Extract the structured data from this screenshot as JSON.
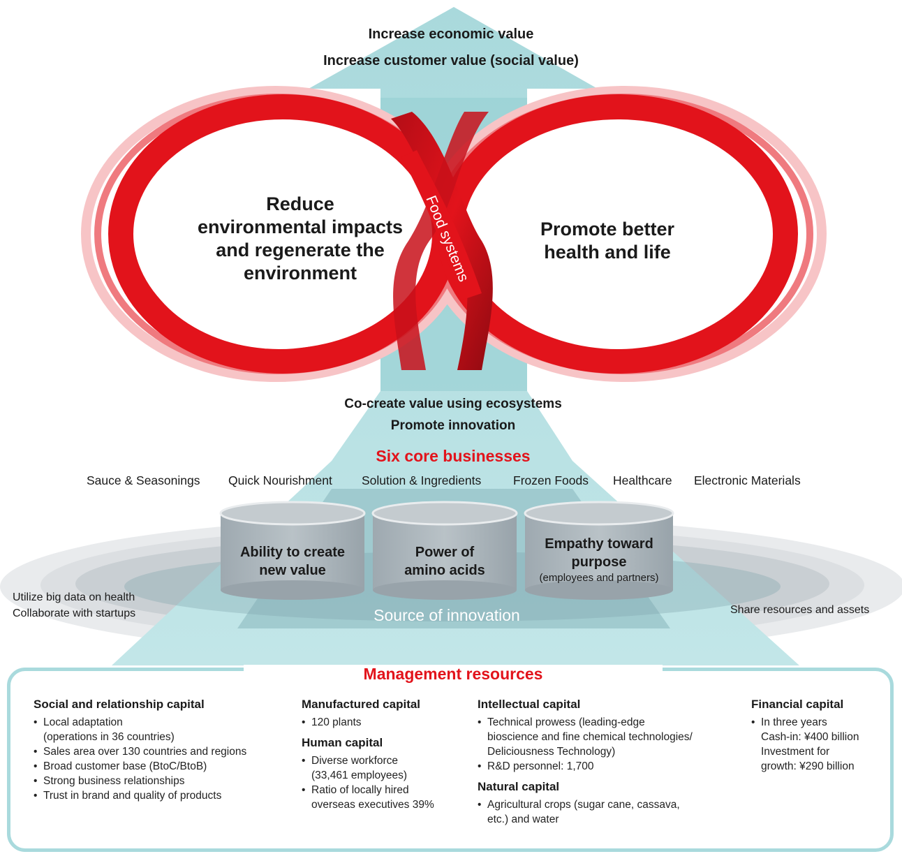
{
  "colors": {
    "teal": "#b6e0e2",
    "teal_dark": "#8cc8cc",
    "red": "#e2131b",
    "dark_red": "#9b0a12",
    "cylinder": "#aeb8be",
    "border": "#a9dadd"
  },
  "top": {
    "line1": "Increase economic value",
    "line2": "Increase customer value (social value)"
  },
  "loops": {
    "left_title": "Reduce environmental impacts and regenerate the environment",
    "left_lines": [
      "Reduce",
      "environmental impacts",
      "and regenerate the",
      "environment"
    ],
    "right_lines": [
      "Promote better",
      "health and life"
    ],
    "band_label": "Food systems"
  },
  "middle": {
    "line1": "Co-create value using ecosystems",
    "line2": "Promote innovation"
  },
  "businesses": {
    "title": "Six core businesses",
    "items": [
      "Sauce & Seasonings",
      "Quick Nourishment",
      "Solution & Ingredients",
      "Frozen Foods",
      "Healthcare",
      "Electronic Materials"
    ]
  },
  "strengths": [
    {
      "lines": [
        "Ability to create",
        "new value"
      ],
      "sub": ""
    },
    {
      "lines": [
        "Power of",
        "amino acids"
      ],
      "sub": ""
    },
    {
      "lines": [
        "Empathy toward",
        "purpose"
      ],
      "sub": "(employees and partners)"
    }
  ],
  "platform": {
    "left_lines": [
      "Utilize big data on health",
      "Collaborate with startups"
    ],
    "right": "Share resources and assets",
    "center": "Source of innovation"
  },
  "management": {
    "title": "Management resources",
    "columns": [
      {
        "sections": [
          {
            "title": "Social and relationship capital",
            "items": [
              "Local adaptation\n(operations in 36 countries)",
              "Sales area over 130 countries and regions",
              "Broad customer base (BtoC/BtoB)",
              "Strong business relationships",
              "Trust in brand and quality of products"
            ]
          }
        ]
      },
      {
        "sections": [
          {
            "title": "Manufactured capital",
            "items": [
              "120 plants"
            ]
          },
          {
            "title": "Human capital",
            "items": [
              "Diverse workforce\n(33,461 employees)",
              "Ratio of locally hired\noverseas executives 39%"
            ]
          }
        ]
      },
      {
        "sections": [
          {
            "title": "Intellectual capital",
            "items": [
              "Technical prowess (leading-edge\nbioscience and fine chemical technologies/\nDeliciousness Technology)",
              "R&D personnel: 1,700"
            ]
          },
          {
            "title": "Natural capital",
            "items": [
              "Agricultural crops (sugar cane, cassava,\netc.) and water"
            ]
          }
        ]
      },
      {
        "sections": [
          {
            "title": "Financial capital",
            "items": [
              "In three years\nCash-in: ¥400 billion\nInvestment for\ngrowth: ¥290 billion"
            ]
          }
        ]
      }
    ]
  }
}
